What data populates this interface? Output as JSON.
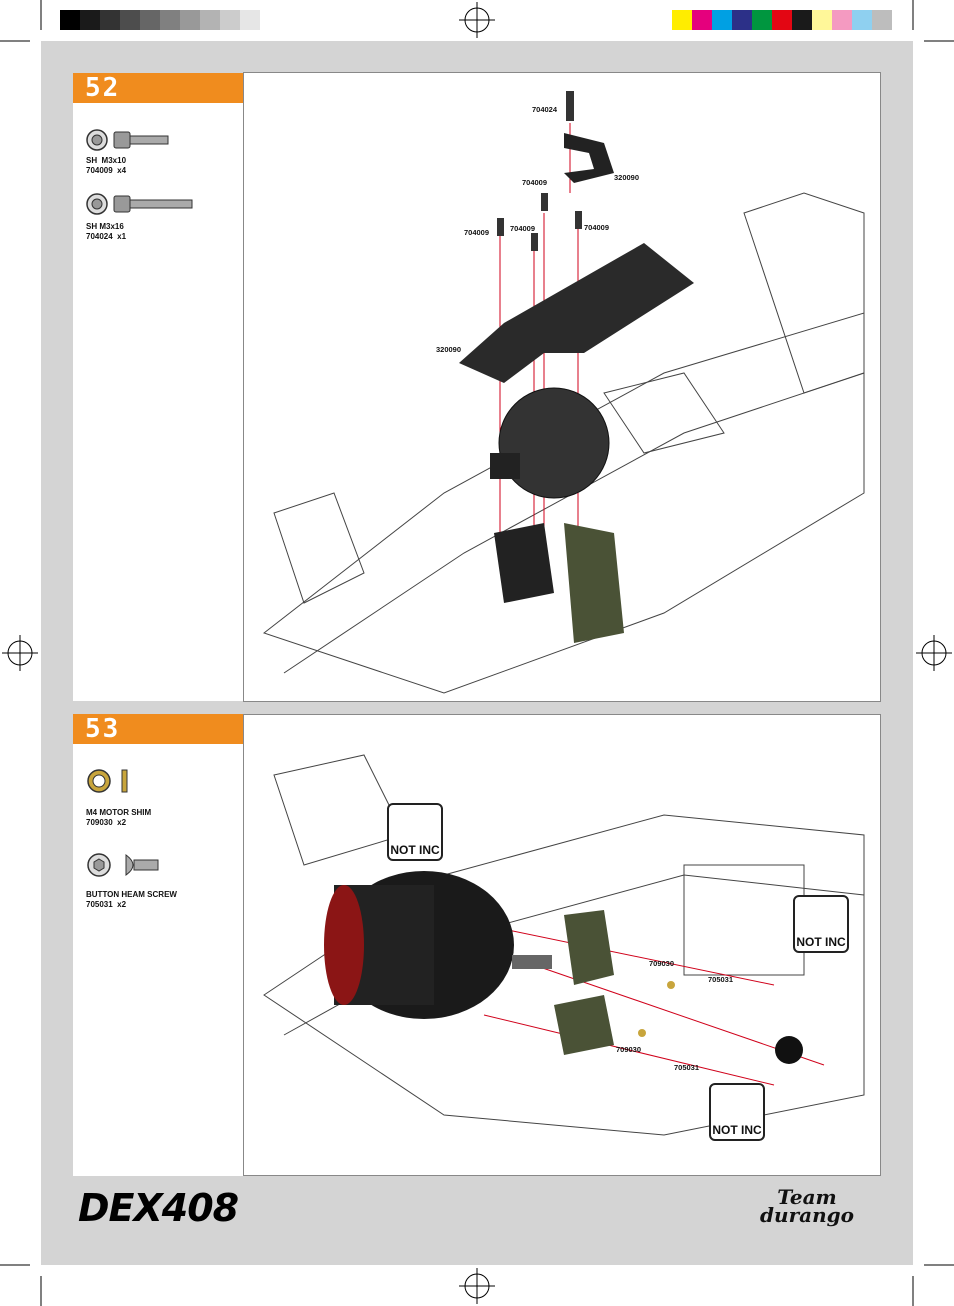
{
  "steps": [
    {
      "number": "52",
      "parts": [
        {
          "label": "SH  M3x10\n704009  x4",
          "icon": "screw-short-icon"
        },
        {
          "label": "SH M3x16\n704024  x1",
          "icon": "screw-long-icon"
        }
      ],
      "callouts": [
        "704024",
        "320090",
        "704009",
        "704009",
        "704009",
        "704009",
        "320090"
      ]
    },
    {
      "number": "53",
      "parts": [
        {
          "label": "M4 MOTOR SHIM\n709030  x2",
          "icon": "shim-icon"
        },
        {
          "label": "BUTTON HEAM SCREW\n705031  x2",
          "icon": "button-screw-icon"
        }
      ],
      "callouts": [
        "709030",
        "705031",
        "709030",
        "705031"
      ],
      "not_included": [
        "NOT INC",
        "NOT INC",
        "NOT INC"
      ]
    }
  ],
  "footer": {
    "left_logo": "DEX408",
    "right_logo": "Team durango"
  },
  "colors": {
    "accent": "#f08c1e",
    "page_bg": "#d4d4d4",
    "grayscale_bar": [
      "#000000",
      "#1a1a1a",
      "#333333",
      "#4d4d4d",
      "#666666",
      "#808080",
      "#999999",
      "#b3b3b3",
      "#cccccc",
      "#e6e6e6",
      "#ffffff"
    ],
    "color_bar": [
      "#ffed00",
      "#e5007d",
      "#00a0e3",
      "#2c3088",
      "#00963f",
      "#e30613",
      "#1a1a1a",
      "#fff799",
      "#f49ac1",
      "#8fd0f0",
      "#bdbdbd"
    ]
  }
}
